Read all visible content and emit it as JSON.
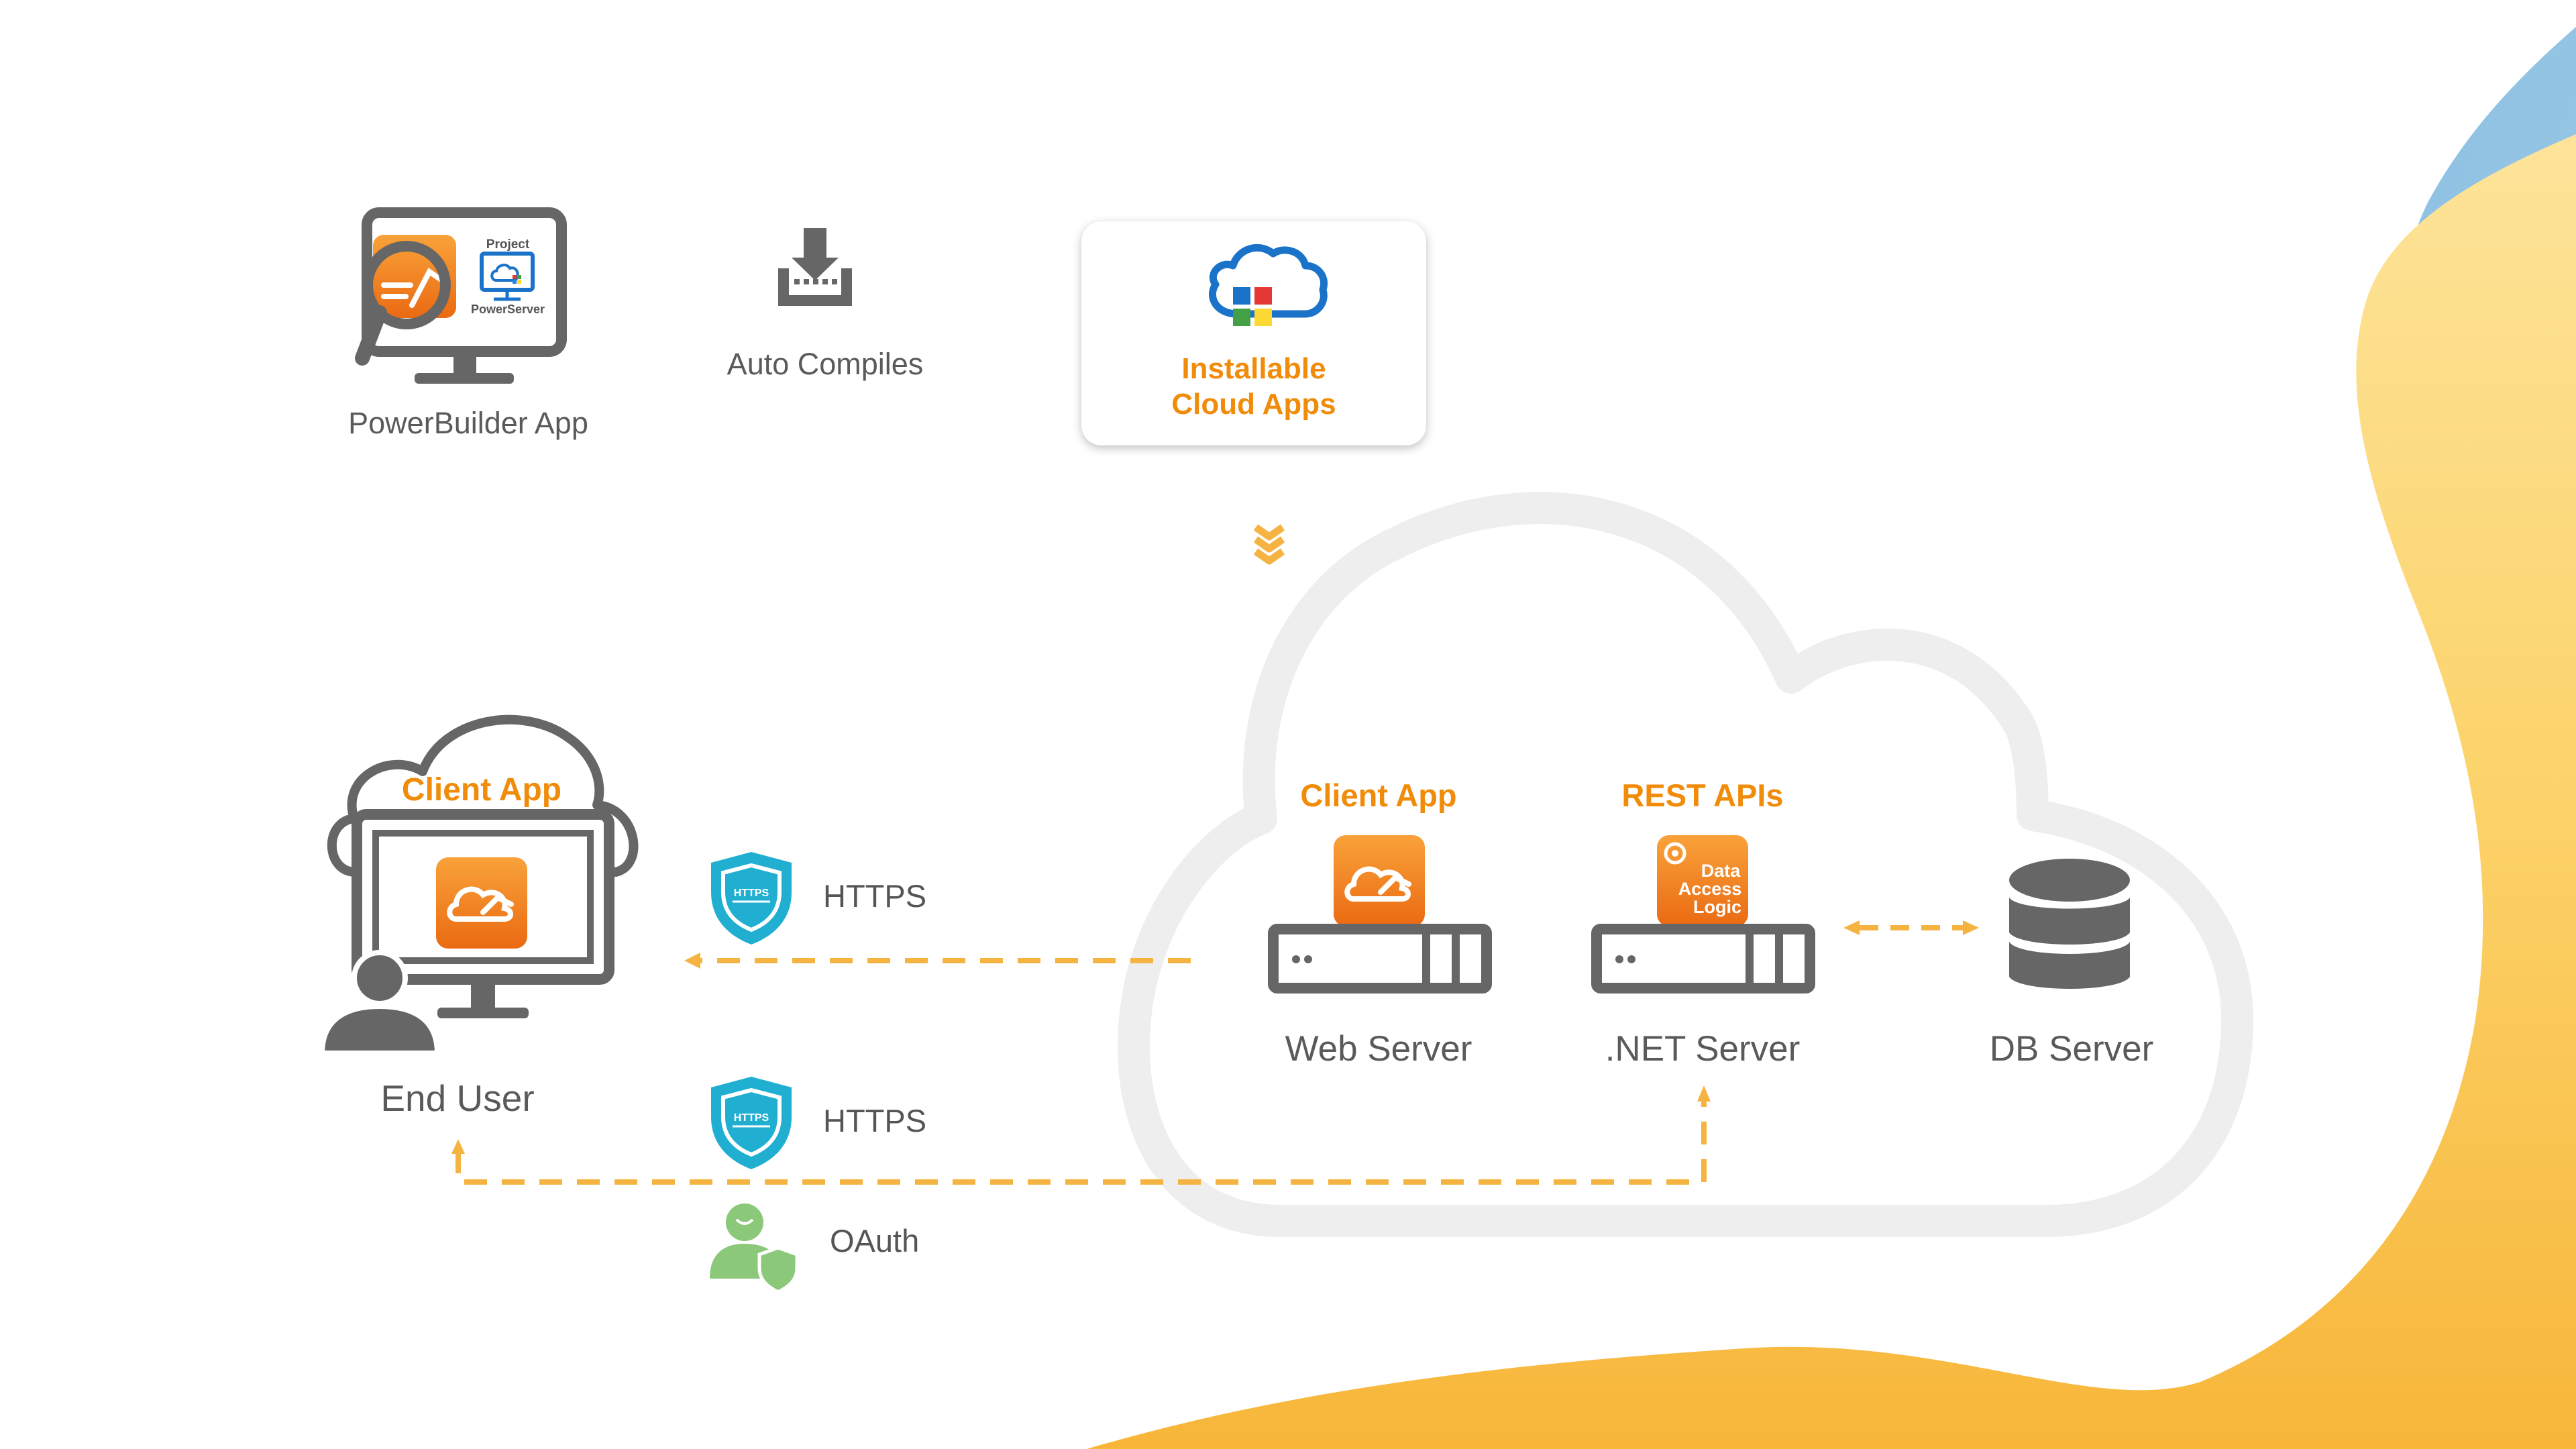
{
  "colors": {
    "orange": "#f08c0a",
    "gray": "#5a5a5a",
    "cloud": "#eeeeee",
    "arrow": "#f5b342",
    "yellow_wave": "#fcd56c",
    "blue_wave": "#8fc0e0",
    "shield": "#21afd1",
    "oauth": "#8cc87a"
  },
  "top": {
    "powerbuilder_label": "PowerBuilder App",
    "monitor_project_text": "Project",
    "monitor_powerserver_text": "PowerServer",
    "auto_compiles_label": "Auto Compiles",
    "installable_line1": "Installable",
    "installable_line2": "Cloud Apps"
  },
  "end_user": {
    "client_app_label": "Client App",
    "label": "End User"
  },
  "connections": {
    "https_1": "HTTPS",
    "https_2": "HTTPS",
    "oauth": "OAuth",
    "shield_text": "HTTPS"
  },
  "cloud": {
    "client_app_label": "Client App",
    "rest_apis_label": "REST APIs",
    "data_access_line1": "Data",
    "data_access_line2": "Access",
    "data_access_line3": "Logic",
    "web_server_label": "Web Server",
    "net_server_label": ".NET Server",
    "db_server_label": "DB Server"
  }
}
